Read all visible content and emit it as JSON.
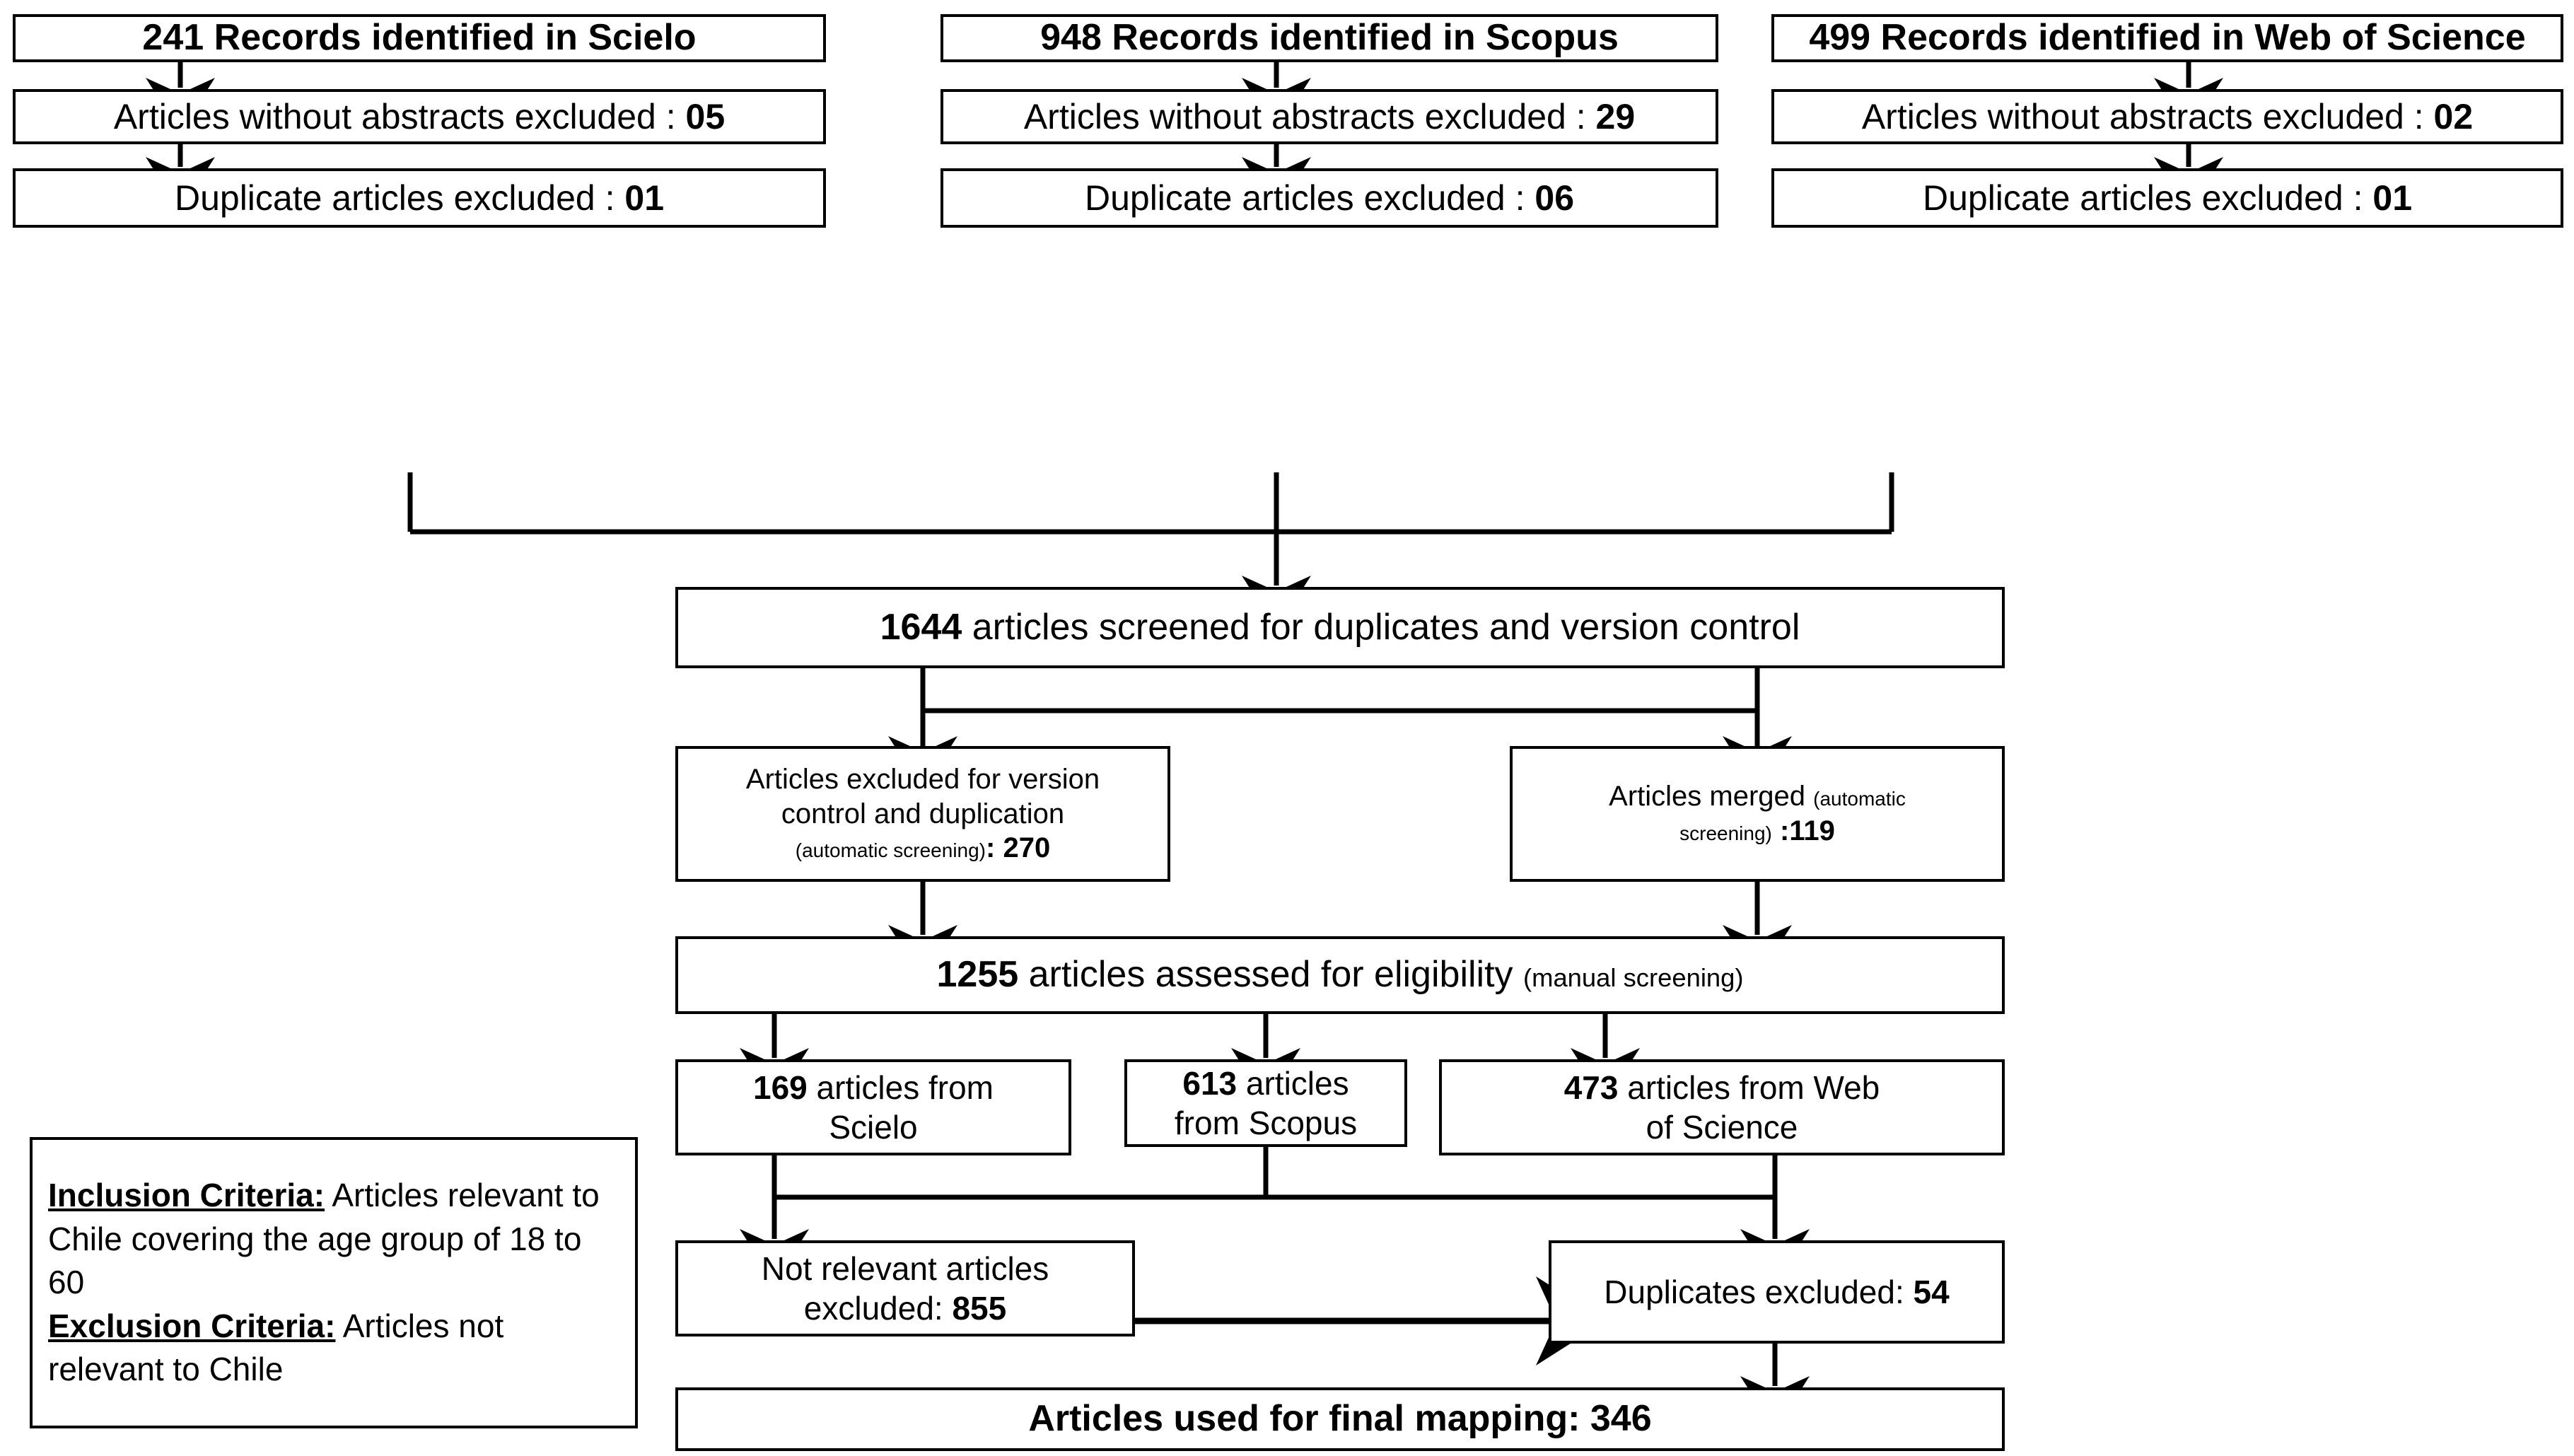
{
  "diagram": {
    "title": "PRISMA-style article selection flow",
    "type": "flowchart",
    "colors": {
      "stroke": "#000000",
      "background": "#ffffff",
      "text": "#000000"
    },
    "sources": [
      {
        "id": "scielo",
        "label_count": "241",
        "label_rest": " Records identified in Scielo"
      },
      {
        "id": "scopus",
        "label_count": "948",
        "label_rest": " Records identified in Scopus"
      },
      {
        "id": "wos",
        "label_count": "499",
        "label_rest": " Records identified in Web of Science"
      }
    ],
    "no_abstract": [
      {
        "label": "Articles without abstracts excluded : ",
        "value": "05"
      },
      {
        "label": "Articles without abstracts excluded : ",
        "value": "29"
      },
      {
        "label": "Articles without abstracts excluded : ",
        "value": "02"
      }
    ],
    "duplicates": [
      {
        "label": "Duplicate articles excluded : ",
        "value": "01"
      },
      {
        "label": "Duplicate articles excluded : ",
        "value": "06"
      },
      {
        "label": "Duplicate articles excluded : ",
        "value": "01"
      }
    ],
    "screened": {
      "count": "1644",
      "text": " articles screened for duplicates and version control"
    },
    "auto_excluded": {
      "line1": "Articles excluded for version",
      "line2": "control  and duplication",
      "line3_small": "(automatic screening)",
      "suffix": ": ",
      "value": "270"
    },
    "merged": {
      "line1": "Articles merged ",
      "line1_small": "(automatic",
      "line2_small": "screening)",
      "suffix": " :",
      "value": "119"
    },
    "eligibility": {
      "count": "1255",
      "text": " articles assessed for eligibility ",
      "note": "(manual screening)"
    },
    "source_split": [
      {
        "count": "169",
        "text": " articles from",
        "line2": "Scielo"
      },
      {
        "count": "613",
        "text": " articles",
        "line2": "from Scopus"
      },
      {
        "count": "473",
        "text": " articles from Web",
        "line2": "of Science"
      }
    ],
    "not_relevant": {
      "line1": "Not relevant articles",
      "line2": "excluded: ",
      "value": "855"
    },
    "dupes_excluded": {
      "label": "Duplicates excluded: ",
      "value": "54"
    },
    "final": {
      "label": "Articles used for final mapping: ",
      "value": "346"
    },
    "criteria": {
      "inclusion_heading": "Inclusion Criteria:",
      "inclusion_text": " Articles relevant to Chile covering the age group of 18 to 60",
      "exclusion_heading": "Exclusion Criteria:",
      "exclusion_text": " Articles not relevant to Chile"
    }
  }
}
